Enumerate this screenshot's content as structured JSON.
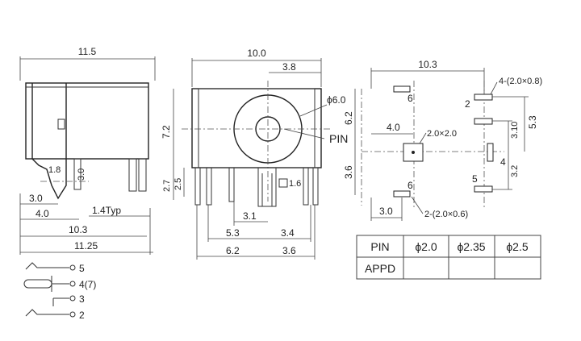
{
  "side_view": {
    "dim_top": "11.5",
    "dim_pin_offset": "1.8",
    "dim_pin_height": "3.0",
    "dim_bottom_1": "3.0",
    "dim_bottom_2": "4.0",
    "dim_pitch": "1.4Typ",
    "dim_bottom_3": "10.3",
    "dim_bottom_4": "11.25"
  },
  "front_view": {
    "dim_width": "10.0",
    "dim_hole_offset": "3.8",
    "dim_hole_dia": "ϕ6.0",
    "dim_height": "7.2",
    "dim_pin_h1": "2.7",
    "dim_pin_h2": "2.5",
    "dim_pin_dia": "1.6",
    "pin_label": "PIN",
    "dim_b1": "3.1",
    "dim_b2": "5.3",
    "dim_b3": "3.4",
    "dim_b4": "6.2",
    "dim_b5": "3.6"
  },
  "pcb_view": {
    "dim_top": "10.3",
    "label_slot_top": "4-(2.0×0.8)",
    "dim_left_top": "6.2",
    "dim_left_bottom": "3.6",
    "dim_center": "4.0",
    "label_square": "2.0×2.0",
    "dim_r1": "3.10",
    "dim_r2": "5.3",
    "dim_r3": "3.2",
    "dim_bottom": "3.0",
    "label_slot_bottom": "2-(2.0×0.6)",
    "pin_6_top": "6",
    "pin_2": "2",
    "pin_4": "4",
    "pin_5": "5",
    "pin_6_bottom": "6"
  },
  "legend": {
    "items": [
      "5",
      "4(7)",
      "3",
      "2"
    ]
  },
  "table": {
    "headers": [
      "PIN",
      "ϕ2.0",
      "ϕ2.35",
      "ϕ2.5"
    ],
    "row_label": "APPD"
  }
}
